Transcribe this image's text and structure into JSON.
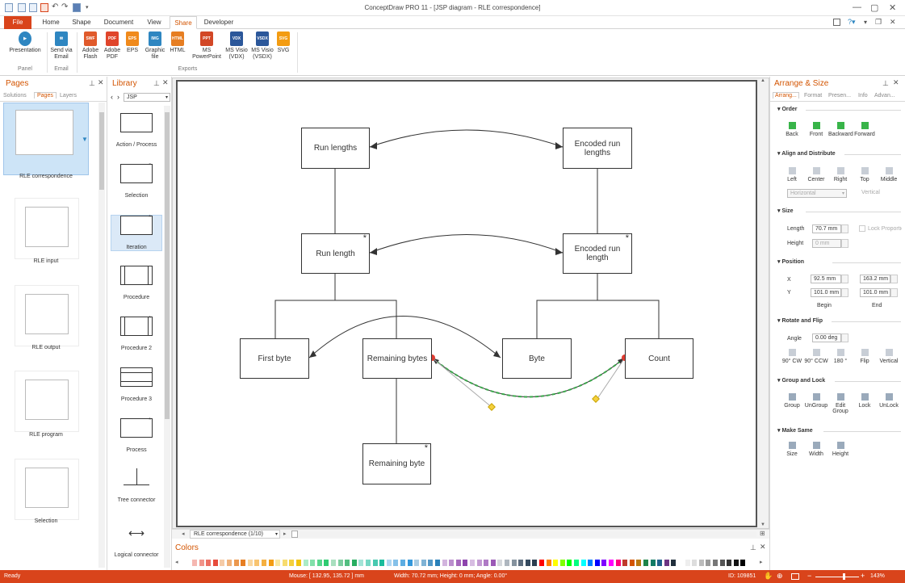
{
  "app": {
    "title": "ConceptDraw PRO 11 - [JSP diagram - RLE correspondence]",
    "accent_color": "#d9441b"
  },
  "ribbon_tabs": [
    "File",
    "Home",
    "Shape",
    "Document",
    "View",
    "Share",
    "Developer"
  ],
  "ribbon_active_tab": "Share",
  "ribbon": {
    "presentation_label": "Presentation",
    "send_email_label": "Send via Email",
    "panel_group": "Panel",
    "email_group": "Email",
    "exports_group": "Exports",
    "exports": [
      {
        "label": "Adobe Flash",
        "icon": "SWF",
        "color": "#e05a2b"
      },
      {
        "label": "Adobe PDF",
        "icon": "PDF",
        "color": "#e0452b"
      },
      {
        "label": "EPS",
        "icon": "EPS",
        "color": "#f08a1c"
      },
      {
        "label": "Graphic file",
        "icon": "IMG",
        "color": "#2e86c1"
      },
      {
        "label": "HTML",
        "icon": "HTML",
        "color": "#e67e22"
      },
      {
        "label": "MS PowerPoint",
        "icon": "PPT",
        "color": "#d24726"
      },
      {
        "label": "MS Visio (VDX)",
        "icon": "VDX",
        "color": "#2b579a"
      },
      {
        "label": "MS Visio (VSDX)",
        "icon": "VSDX",
        "color": "#2b579a"
      },
      {
        "label": "SVG",
        "icon": "SVG",
        "color": "#f39c12"
      }
    ]
  },
  "pages_panel": {
    "title": "Pages",
    "tabs": [
      "Solutions",
      "Pages",
      "Layers"
    ],
    "active_tab": "Pages",
    "pages": [
      "RLE correspondence",
      "RLE input",
      "RLE output",
      "RLE program",
      "Selection"
    ]
  },
  "library_panel": {
    "title": "Library",
    "selected_library": "JSP",
    "items": [
      "Action / Process",
      "Selection",
      "Iteration",
      "Procedure",
      "Procedure 2",
      "Procedure 3",
      "Process",
      "Tree connector",
      "Logical connector"
    ]
  },
  "diagram": {
    "boxes": {
      "run_lengths": "Run lengths",
      "encoded_run_lengths": "Encoded run lengths",
      "run_length": "Run length",
      "encoded_run_length": "Encoded run length",
      "first_byte": "First byte",
      "remaining_bytes": "Remaining bytes",
      "byte": "Byte",
      "count": "Count",
      "remaining_byte": "Remaining byte"
    },
    "iteration_mark": "*"
  },
  "page_navigator": {
    "current_page": "RLE correspondence (1/10)"
  },
  "colors_panel": {
    "title": "Colors",
    "swatches": [
      "#f5b7b1",
      "#f1948a",
      "#ec7063",
      "#e74c3c",
      "#f5cba7",
      "#f0b27a",
      "#eb984e",
      "#e67e22",
      "#fad7a0",
      "#f8c471",
      "#f5b041",
      "#f39c12",
      "#f9e79f",
      "#f7dc6f",
      "#f4d03f",
      "#f1c40f",
      "#abebc6",
      "#82e0aa",
      "#58d68d",
      "#2ecc71",
      "#a9dfbf",
      "#7dcea0",
      "#52be80",
      "#27ae60",
      "#a3e4d7",
      "#76d7c4",
      "#48c9b0",
      "#1abc9c",
      "#aed6f1",
      "#85c1e9",
      "#5dade2",
      "#3498db",
      "#a9cce3",
      "#7fb3d5",
      "#5499c7",
      "#2980b9",
      "#d2b4de",
      "#bb8fce",
      "#a569bd",
      "#8e44ad",
      "#d7bde2",
      "#c39bd3",
      "#af7ac5",
      "#9b59b6",
      "#d5d8dc",
      "#aeb6bf",
      "#85929e",
      "#5d6d7e",
      "#34495e",
      "#2c3e50",
      "#ff0000",
      "#ff7f00",
      "#ffff00",
      "#7fff00",
      "#00ff00",
      "#00ff7f",
      "#00ffff",
      "#007fff",
      "#0000ff",
      "#7f00ff",
      "#ff00ff",
      "#ff007f",
      "#c0392b",
      "#d35400",
      "#b9770e",
      "#1e8449",
      "#117a65",
      "#1f618d",
      "#6c3483",
      "#212f3c",
      "#ffffff",
      "#eeeeee",
      "#dddddd",
      "#bbbbbb",
      "#999999",
      "#777777",
      "#555555",
      "#333333",
      "#111111",
      "#000000"
    ]
  },
  "arrange_panel": {
    "title": "Arrange & Size",
    "tabs": [
      "Arrang...",
      "Format",
      "Presen...",
      "Info",
      "Advan..."
    ],
    "order_section": "Order",
    "order_buttons": [
      "Back",
      "Front",
      "Backward",
      "Forward"
    ],
    "align_section": "Align and Distribute",
    "align_buttons": [
      "Left",
      "Center",
      "Right",
      "Top",
      "Middle"
    ],
    "horizontal_select": "Horizontal",
    "vertical_select": "Vertical",
    "size_section": "Size",
    "length_label": "Length",
    "length_value": "70.7 mm",
    "height_label": "Height",
    "height_value": "0 mm",
    "lock_proportions": "Lock Proportions",
    "position_section": "Position",
    "x_label": "X",
    "y_label": "Y",
    "begin_x": "92.5 mm",
    "begin_y": "101.0 mm",
    "end_x": "163.2 mm",
    "end_y": "101.0 mm",
    "begin_label": "Begin",
    "end_label": "End",
    "rotate_section": "Rotate and Flip",
    "angle_label": "Angle",
    "angle_value": "0.00 deg",
    "rotate_buttons": [
      "90° CW",
      "90° CCW",
      "180 °",
      "Flip",
      "Vertical"
    ],
    "group_section": "Group and Lock",
    "group_buttons": [
      "Group",
      "UnGroup",
      "Edit Group",
      "Lock",
      "UnLock"
    ],
    "makesame_section": "Make Same",
    "makesame_buttons": [
      "Size",
      "Width",
      "Height"
    ]
  },
  "status": {
    "ready": "Ready",
    "mouse": "Mouse: [ 132.95, 135.72 ] mm",
    "dimensions": "Width: 70.72 mm;  Height: 0 mm;  Angle: 0.00°",
    "id": "ID: 109851",
    "zoom": "143%"
  }
}
